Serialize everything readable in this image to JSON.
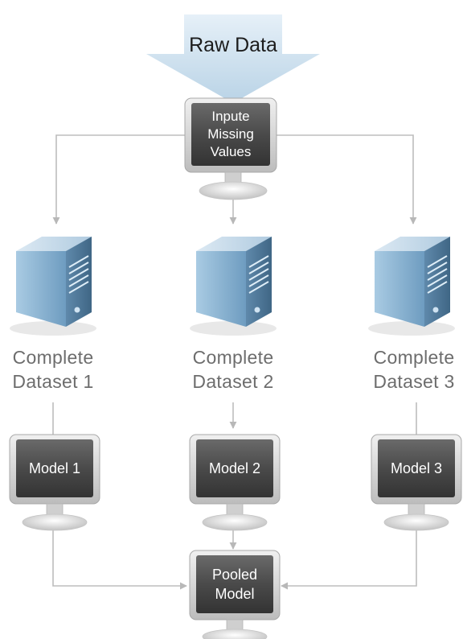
{
  "raw_data": "Raw Data",
  "impute": {
    "line1": "Inpute",
    "line2": "Missing",
    "line3": "Values"
  },
  "datasets": [
    {
      "line1": "Complete",
      "line2": "Dataset 1"
    },
    {
      "line1": "Complete",
      "line2": "Dataset 2"
    },
    {
      "line1": "Complete",
      "line2": "Dataset 3"
    }
  ],
  "models": [
    "Model 1",
    "Model 2",
    "Model 3"
  ],
  "pooled": {
    "line1": "Pooled",
    "line2": "Model"
  },
  "colors": {
    "arrow_fill": "#c7dced",
    "connector": "#bdbdbd",
    "monitor_bezel": "#c9c9c9",
    "screen": "#4a4a4a",
    "server_blue": "#8fb8d6"
  }
}
